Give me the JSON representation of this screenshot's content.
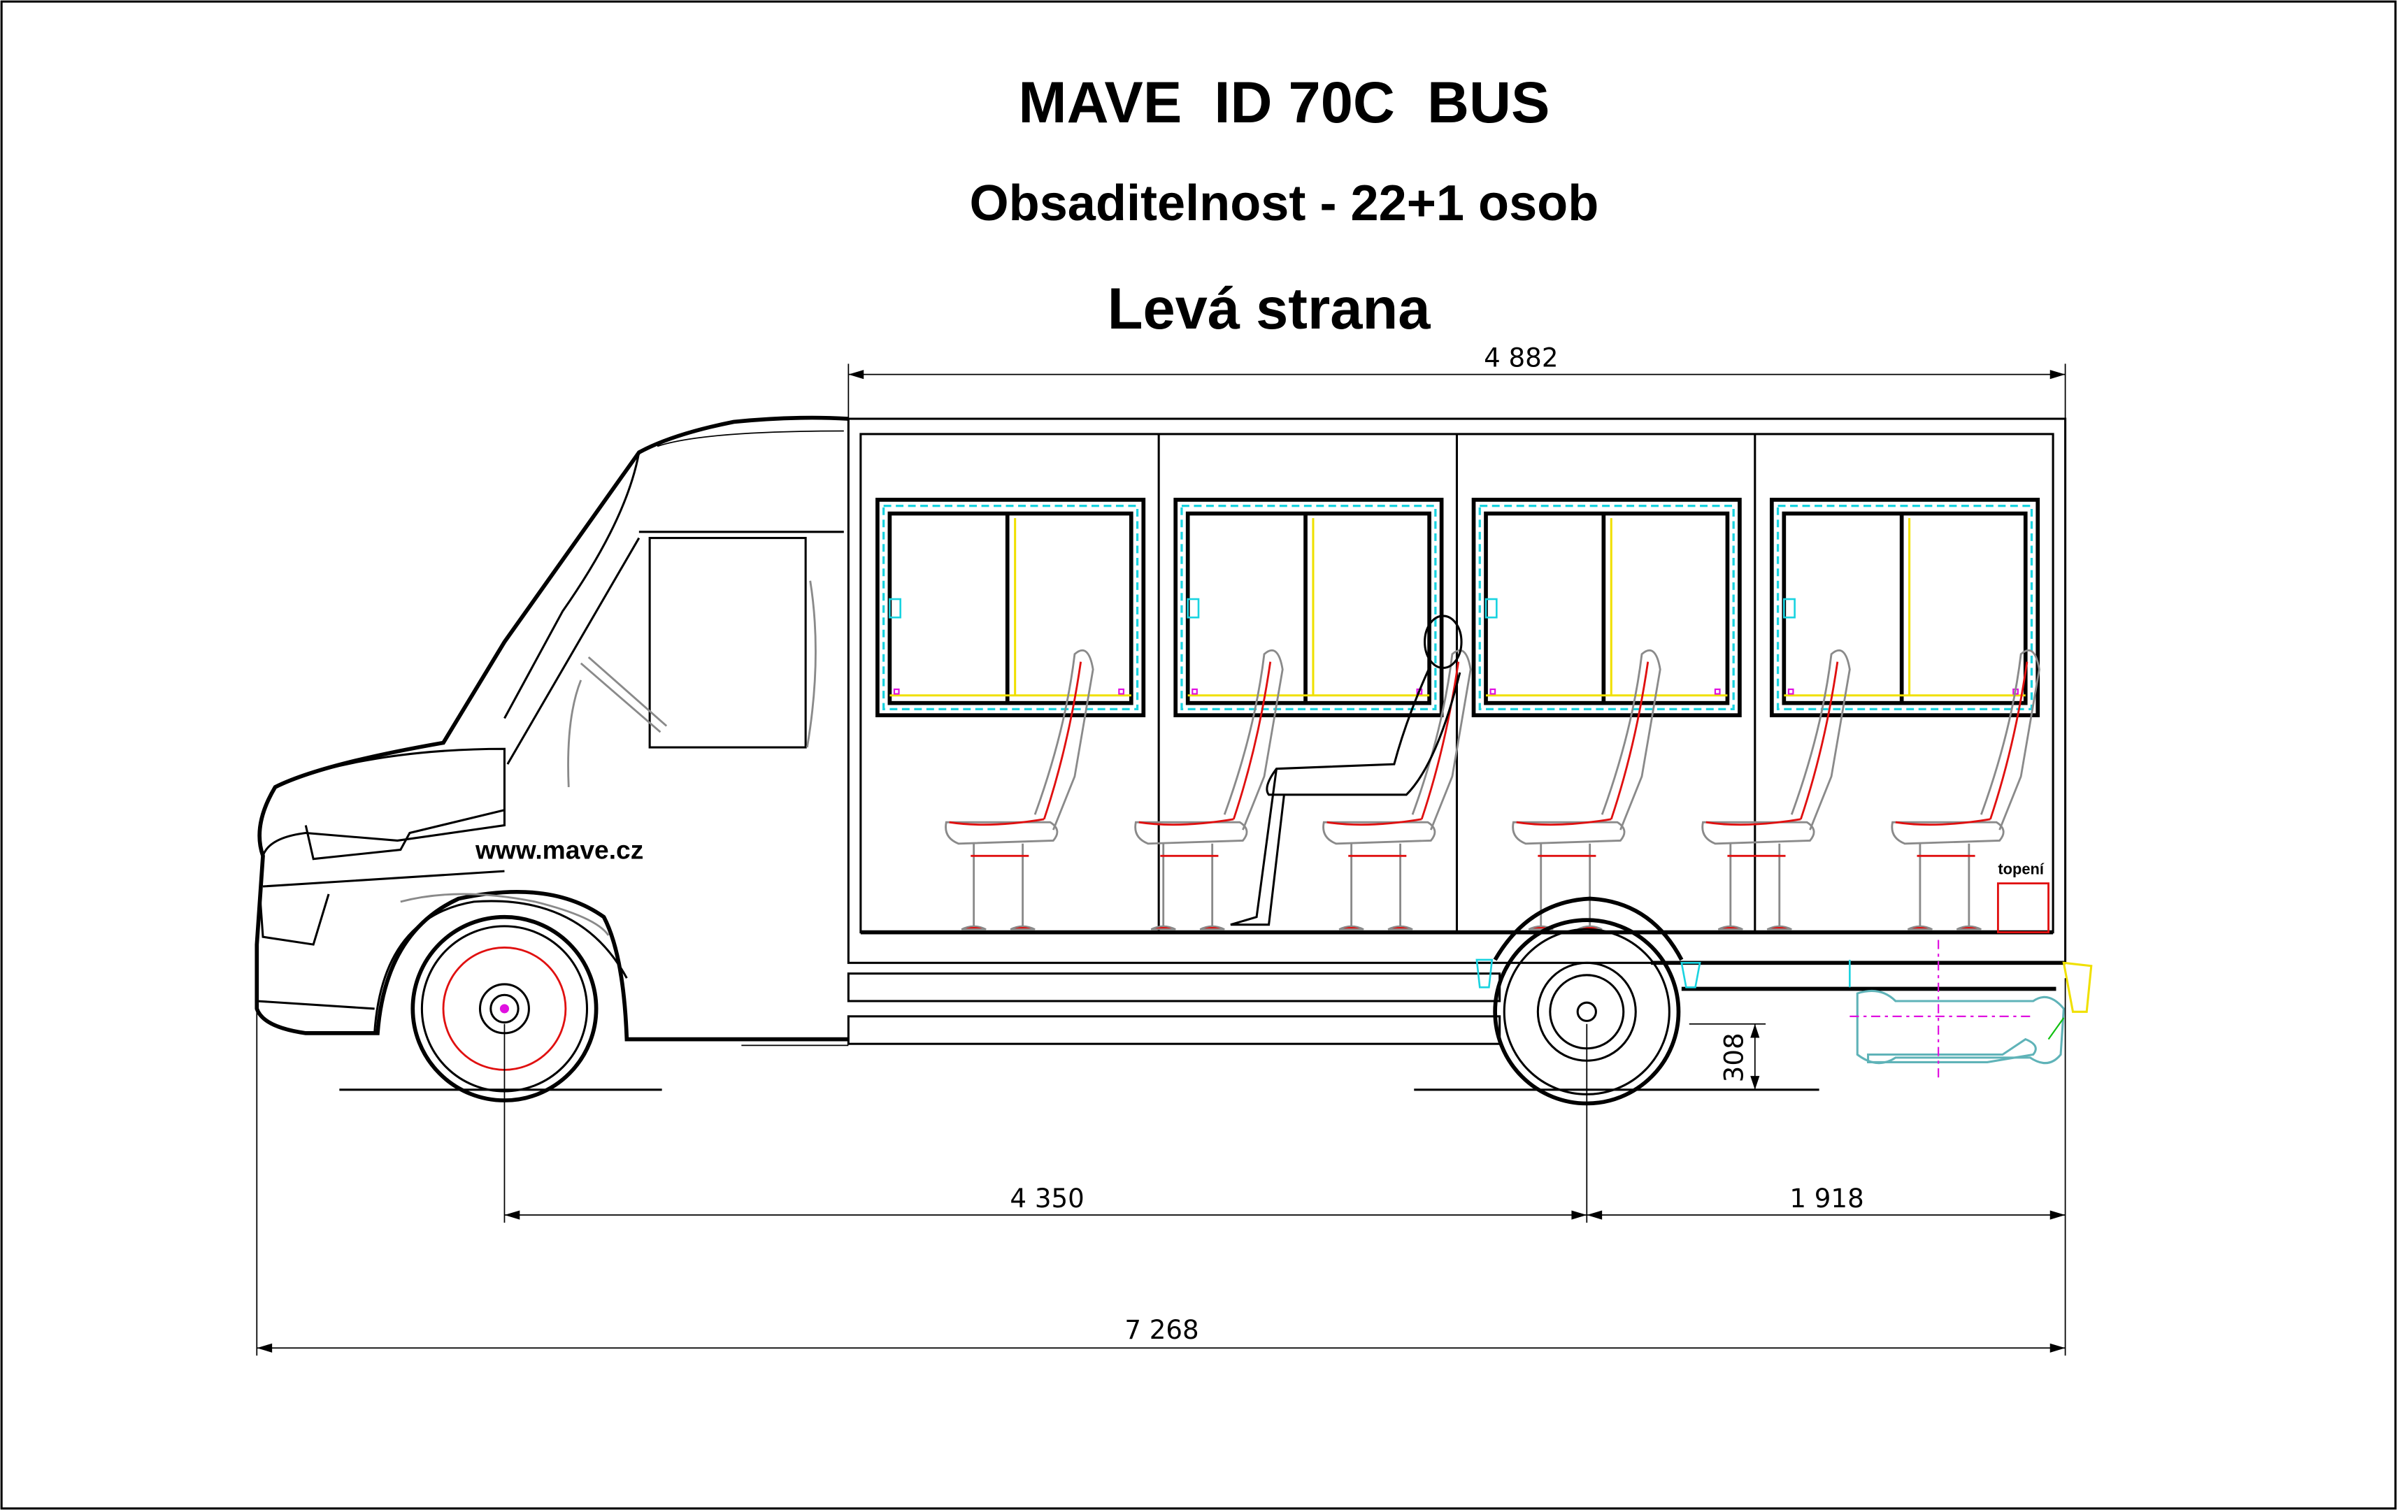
{
  "title": "MAVE  ID 70C  BUS",
  "subtitle": "Obsaditelnost - 22+1 osob",
  "side": "Levá strana",
  "website": "www.mave.cz",
  "heater_label": "topení",
  "dimensions": {
    "body_length": "4 882",
    "wheelbase": "4 350",
    "rear_overhang": "1 918",
    "total_length": "7 268",
    "ground_clearance": "308"
  },
  "colors": {
    "seat_frame": "#8a8a8a",
    "seat_accent": "#e01010",
    "window_seal": "#19d3e0",
    "centerline": "#e010e0",
    "heater": "#e01010"
  }
}
